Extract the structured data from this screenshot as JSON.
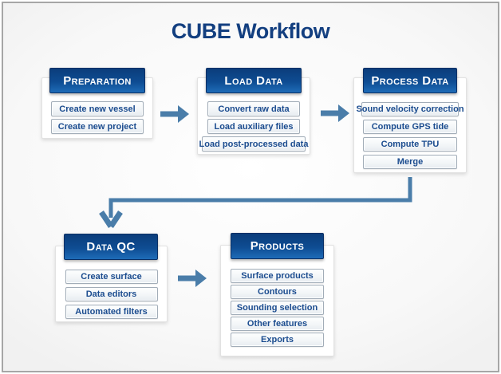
{
  "title": "CUBE Workflow",
  "colors": {
    "title_blue": "#133f80",
    "header_blue_top": "#0b3d7b",
    "header_blue_bottom": "#1e6cb8",
    "arrow_steel_blue": "#4a7da9",
    "item_text_blue": "#1b4c8f",
    "frame_border_gray": "#a6a6a6"
  },
  "icons": {
    "flow_arrow_right": "→",
    "flow_arrow_elbow_down": "↓"
  },
  "columns": [
    {
      "header": "Preparation",
      "items": [
        "Create new vessel",
        "Create new project"
      ]
    },
    {
      "header": "Load Data",
      "items": [
        "Convert raw data",
        "Load auxiliary files",
        "Load post-processed data"
      ]
    },
    {
      "header": "Process Data",
      "items": [
        "Sound velocity correction",
        "Compute GPS tide",
        "Compute TPU",
        "Merge"
      ]
    },
    {
      "header": "Data QC",
      "items": [
        "Create surface",
        "Data editors",
        "Automated filters"
      ]
    },
    {
      "header": "Products",
      "items": [
        "Surface products",
        "Contours",
        "Sounding selection",
        "Other features",
        "Exports"
      ]
    }
  ]
}
